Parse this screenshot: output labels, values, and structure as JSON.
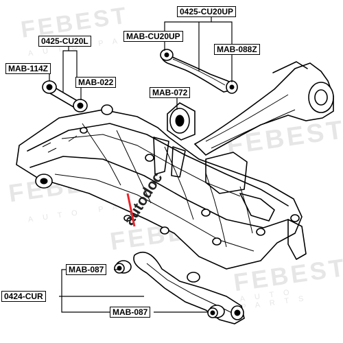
{
  "labels": {
    "cu20up": "0425-CU20UP",
    "mab_cu20up": "MAB-CU20UP",
    "mab_088z": "MAB-088Z",
    "cu20l": "0425-CU20L",
    "mab_114z": "MAB-114Z",
    "mab_022": "MAB-022",
    "mab_072": "MAB-072",
    "mab_087_top": "MAB-087",
    "cur": "0424-CUR",
    "mab_087_bottom": "MAB-087"
  },
  "watermark": {
    "brand": "FEBEST",
    "sub": "AUTO PARTS",
    "site": "autodoc",
    "colors": {
      "brand": "#e6e6e6",
      "site_red": "#e8252b",
      "site_dark": "#222222"
    }
  }
}
